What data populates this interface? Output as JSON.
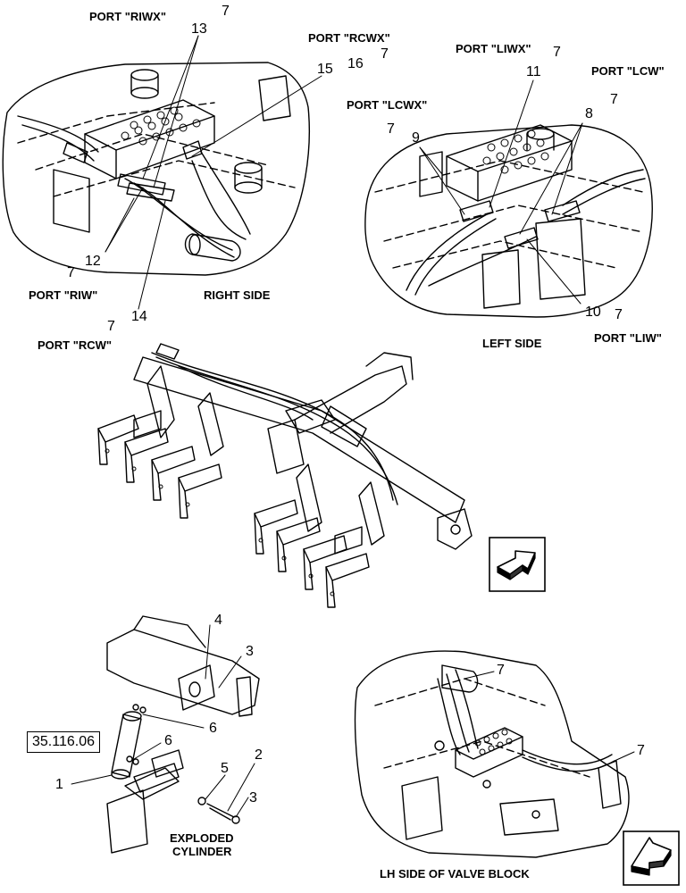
{
  "ports": {
    "riwx": "PORT \"RIWX\"",
    "rcwx": "PORT \"RCWX\"",
    "liwx": "PORT \"LIWX\"",
    "lcw": "PORT \"LCW\"",
    "lcwx": "PORT \"LCWX\"",
    "riw": "PORT \"RIW\"",
    "rcw": "PORT \"RCW\"",
    "liw": "PORT \"LIW\""
  },
  "views": {
    "right_side": "RIGHT SIDE",
    "left_side": "LEFT SIDE",
    "exploded_line1": "EXPLODED",
    "exploded_line2": "CYLINDER",
    "lh_valve_block": "LH SIDE OF VALVE BLOCK"
  },
  "callouts": {
    "n1": "1",
    "n2": "2",
    "n3": "3",
    "n4": "4",
    "n5": "5",
    "n6": "6",
    "n7": "7",
    "n8": "8",
    "n9": "9",
    "n10": "10",
    "n11": "11",
    "n12": "12",
    "n13": "13",
    "n14": "14",
    "n15": "15",
    "n16": "16"
  },
  "reference": "35.116.06",
  "icons": [
    "next-page-arrow-icon",
    "previous-page-arrow-icon"
  ]
}
